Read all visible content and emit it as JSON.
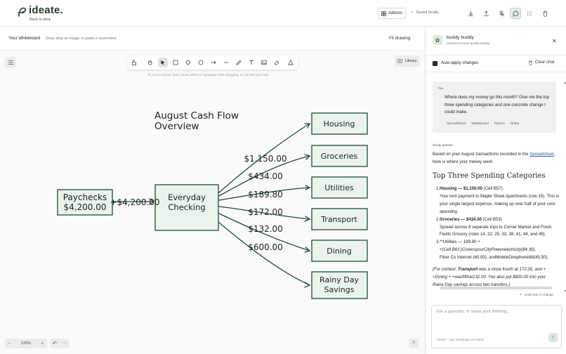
{
  "header": {
    "logo_text": "ideate.",
    "back_link": "Back to desk",
    "addons_label": "Addons",
    "saved_status": "Saved locally"
  },
  "whiteboard": {
    "title": "Your whiteboard",
    "hint": "Draw, drop an image, or paste a screenshot.",
    "fit_drawing_label": "Fit drawing",
    "canvas_hint": "To move canvas, hold mouse wheel or spacebar while dragging, or use the hand tool",
    "library_label": "Library",
    "zoom_level": "120%",
    "zoom_out": "−",
    "zoom_in": "+"
  },
  "drawing": {
    "title_line1": "August Cash Flow",
    "title_line2": "Overview",
    "source_line1": "Paychecks",
    "source_line2": "$4,200.00",
    "source_amount": "+$4,200.00",
    "hub_line1": "Everyday",
    "hub_line2": "Checking",
    "flows": [
      {
        "amount": "$1,150.00",
        "category": "Housing"
      },
      {
        "amount": "$434.00",
        "category": "Groceries"
      },
      {
        "amount": "$189.80",
        "category": "Utilities"
      },
      {
        "amount": "$172.00",
        "category": "Transport"
      },
      {
        "amount": "$132.00",
        "category": "Dining"
      },
      {
        "amount": "$600.00",
        "category_line1": "Rainy Day",
        "category_line2": "Savings"
      }
    ]
  },
  "chat": {
    "buddy_name": "buddy buddy",
    "buddy_tagline": "everyone loves buddy buddy",
    "auto_apply_label": "Auto-apply changes",
    "clear_chat_label": "Clear chat",
    "user_label": "You",
    "user_message": "Where does my money go this month? Give me the top three spending categories and one concrete change I could make.",
    "context_chips": [
      "Spreadsheet",
      "Whiteboard",
      "Python",
      "Notes"
    ],
    "reply_label": "Study partner",
    "reply_intro_before": "Based on your August transactions recorded in the ",
    "reply_intro_link": "Spreadsheet",
    "reply_intro_after": ", here is where your money went:",
    "reply_heading": "Top Three Spending Categories",
    "item1_title": "Housing",
    "item1_amount": " — $1,150.00",
    "item1_cell": " (Cell B57)",
    "item1_body": "Your rent payment to Maple Street Apartments (row 15). This is your single largest expense, making up over half of your core spending.",
    "item2_title": "Groceries",
    "item2_amount": " — $434.00",
    "item2_cell": " (Cell B53)",
    "item2_body": "Spread across 8 separate trips to Corner Market and Fresh Fields Grocery (rows 14, 22, 25, 33, 38, 41, 44, and 49).",
    "item3_line1": "**Utilities — 189.80 +",
    "item3_line2": "+(Cell B61')CoversyourCityPowerelectricity(84.30),",
    "item3_line3": "Fiber Co Internet (60.00), andMobileOnephonebill(45.50).",
    "context_line1_a": "(For context: ",
    "context_line1_b": "Transport",
    "context_line1_c": " was a close fourth at 172.00, and +",
    "context_line2": "+Dining + +wasfifthat132.00. You also put $600.00 into your",
    "context_line3": "Rainy Day savings across two transfers.)",
    "undo_last": "Undo last AI change",
    "input_placeholder": "Ask a question, or share your thinking...",
    "input_note": "Gemini · your workspace in context",
    "send_icon": "↑"
  },
  "colors": {
    "accent": "#1f3b2a",
    "stroke": "#1e4a36",
    "box_fill": "#eaf4ec",
    "chat_toggle_bg": "#e4ece6"
  }
}
